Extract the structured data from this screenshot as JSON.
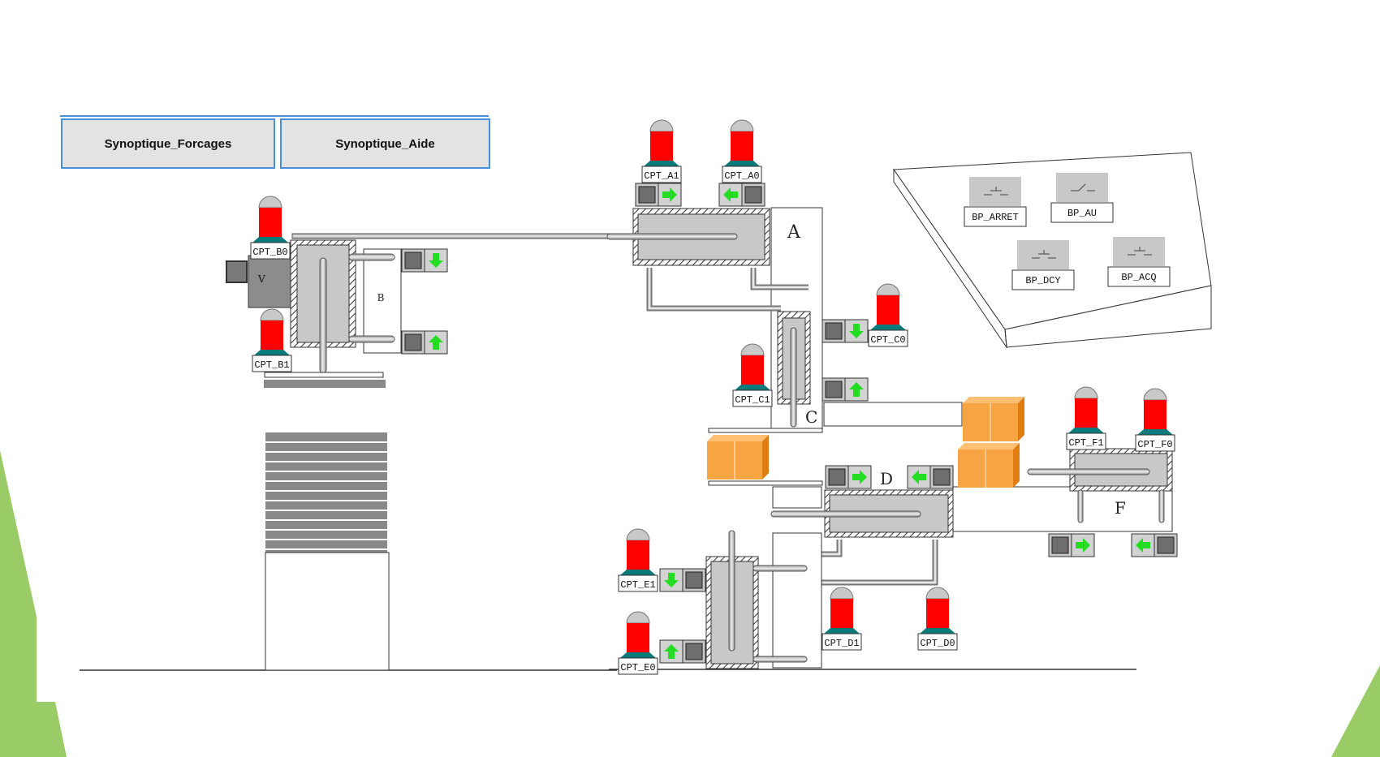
{
  "toolbar": {
    "forcages_label": "Synoptique_Forcages",
    "aide_label": "Synoptique_Aide"
  },
  "sensors": {
    "a1": "CPT_A1",
    "a0": "CPT_A0",
    "b0": "CPT_B0",
    "b1": "CPT_B1",
    "c0": "CPT_C0",
    "c1": "CPT_C1",
    "d1": "CPT_D1",
    "d0": "CPT_D0",
    "e1": "CPT_E1",
    "e0": "CPT_E0",
    "f1": "CPT_F1",
    "f0": "CPT_F0"
  },
  "zones": {
    "a": "A",
    "b": "B",
    "c": "C",
    "d": "D",
    "f": "F",
    "v": "V"
  },
  "panel": {
    "arret": "BP_ARRET",
    "au": "BP_AU",
    "dcy": "BP_DCY",
    "acq": "BP_ACQ"
  },
  "colors": {
    "lamp_red": "#ff0000",
    "lamp_base": "#0a7a7a",
    "arrow_green": "#22dd22",
    "box_orange": "#f7a443",
    "cylinder_gray": "#c8c8c8",
    "slide_green": "#99cc66",
    "button_border": "#4a90d9"
  }
}
